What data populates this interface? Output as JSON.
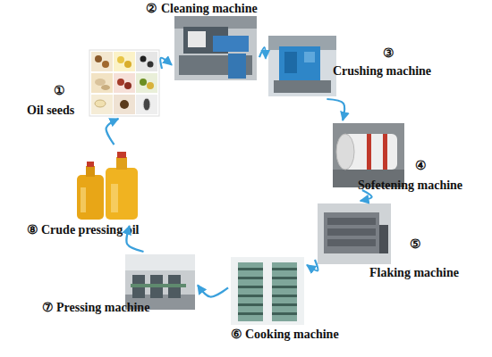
{
  "diagram": {
    "nodes": [
      {
        "text": [
          "①",
          "Oil seeds"
        ]
      },
      {
        "text": [
          "②",
          "Cleaning machine"
        ]
      },
      {
        "text": [
          "③",
          "Crushing machine"
        ]
      },
      {
        "text": [
          "④",
          "Sofetening machine"
        ]
      },
      {
        "text": [
          "⑤",
          "Flaking machine"
        ]
      },
      {
        "text": [
          "⑥",
          "Cooking machine"
        ]
      },
      {
        "text": [
          "⑦",
          "Pressing machine"
        ]
      },
      {
        "text": [
          "⑧",
          "Crude pressing oil"
        ]
      }
    ],
    "edges": [
      {
        "from": 0,
        "to": 1,
        "arrow": "to"
      },
      {
        "from": 1,
        "to": 2,
        "arrow": "to"
      },
      {
        "from": 2,
        "to": 3,
        "arrow": "to"
      },
      {
        "from": 3,
        "to": 4,
        "arrow": "to"
      },
      {
        "from": 4,
        "to": 5,
        "arrow": "to"
      },
      {
        "from": 5,
        "to": 6,
        "arrow": "to"
      },
      {
        "from": 6,
        "to": 7,
        "arrow": "to"
      },
      {
        "from": 7,
        "to": 0,
        "arrow": "to"
      }
    ]
  }
}
